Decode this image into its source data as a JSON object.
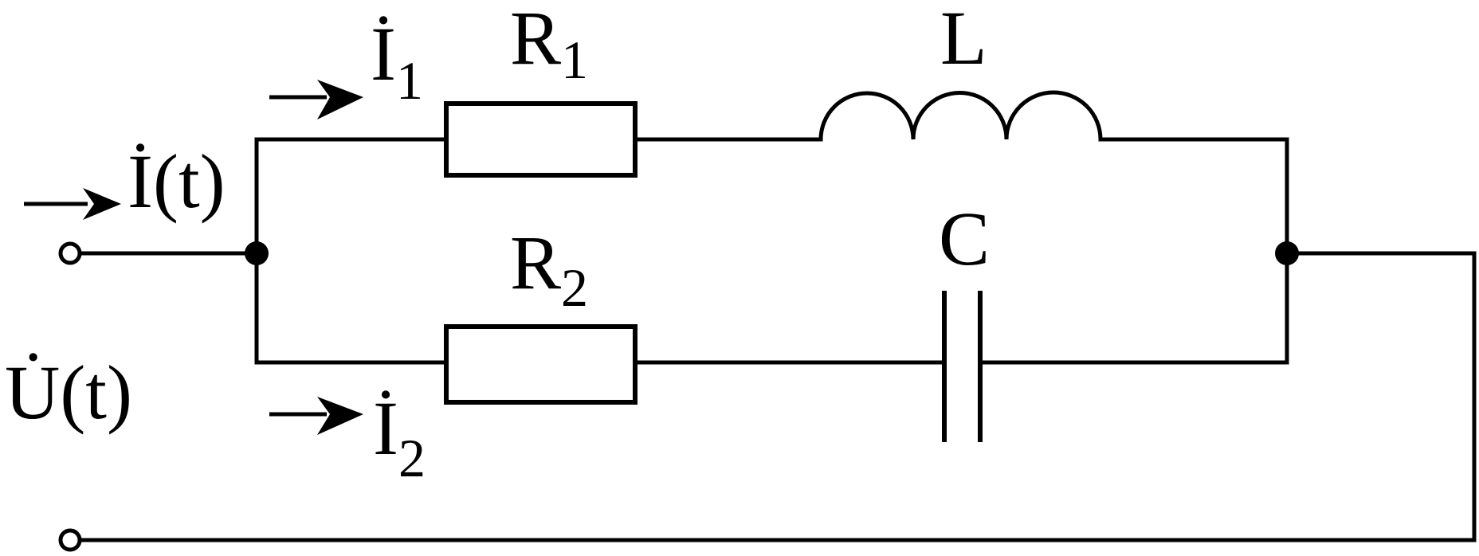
{
  "labels": {
    "r1": {
      "main": "R",
      "sub": "1"
    },
    "r2": {
      "main": "R",
      "sub": "2"
    },
    "l": "L",
    "c": "C",
    "i_total": {
      "main": "İ",
      "tail": "(t)"
    },
    "i1": {
      "main": "İ",
      "sub": "1"
    },
    "i2": {
      "main": "İ",
      "sub": "2"
    },
    "u": {
      "main": "U̇",
      "tail": "(t)"
    }
  },
  "colors": {
    "ink": "#000000",
    "background": "#ffffff"
  }
}
